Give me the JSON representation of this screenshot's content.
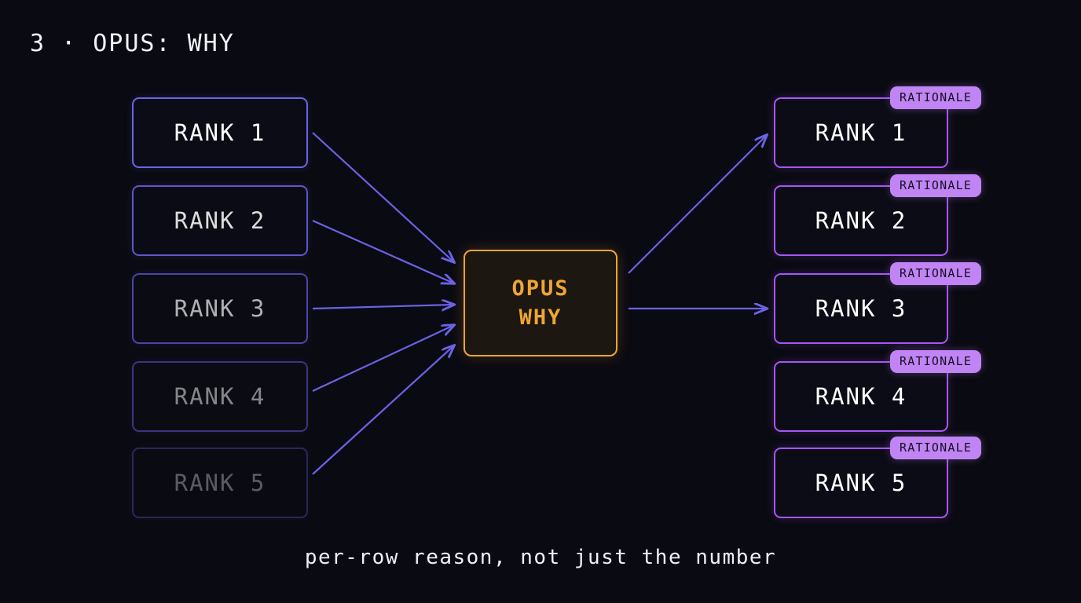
{
  "slide": {
    "number": "3",
    "separator": "·",
    "title": "OPUS: WHY",
    "full_title": "3 · OPUS: WHY",
    "caption": "per-row reason, not just the number",
    "background_color": "#0a0a12"
  },
  "colors": {
    "background": "#0a0a12",
    "input_border": "#6b63e6",
    "center_border": "#f0a533",
    "center_fill": "#1c1710",
    "center_text": "#f0a533",
    "output_border": "#a855f7",
    "badge_fill": "#c084f5",
    "badge_text": "#15101c",
    "arrow": "#6b63e6",
    "label_text": "#ffffff",
    "title_text": "#f2f3f8"
  },
  "input_column": {
    "name": "input-ranks",
    "nodes": [
      {
        "rank": "1",
        "label": "RANK 1",
        "opacity": "1.00"
      },
      {
        "rank": "2",
        "label": "RANK 2",
        "opacity": "0.86"
      },
      {
        "rank": "3",
        "label": "RANK 3",
        "opacity": "0.68"
      },
      {
        "rank": "4",
        "label": "RANK 4",
        "opacity": "0.50"
      },
      {
        "rank": "5",
        "label": "RANK 5",
        "opacity": "0.33"
      }
    ]
  },
  "center_node": {
    "name": "opus-why-node",
    "line1": "OPUS",
    "line2": "WHY"
  },
  "output_column": {
    "name": "output-ranks",
    "badge_label": "RATIONALE",
    "nodes": [
      {
        "rank": "1",
        "label": "RANK 1",
        "badge": "RATIONALE"
      },
      {
        "rank": "2",
        "label": "RANK 2",
        "badge": "RATIONALE"
      },
      {
        "rank": "3",
        "label": "RANK 3",
        "badge": "RATIONALE"
      },
      {
        "rank": "4",
        "label": "RANK 4",
        "badge": "RATIONALE"
      },
      {
        "rank": "5",
        "label": "RANK 5",
        "badge": "RATIONALE"
      }
    ]
  },
  "connections": {
    "inbound_count": "5",
    "outbound_count": "2",
    "inbound_description": "five rank boxes converge into the OPUS WHY node",
    "outbound_description": "OPUS WHY node fans out to the rationale-annotated ranks"
  }
}
